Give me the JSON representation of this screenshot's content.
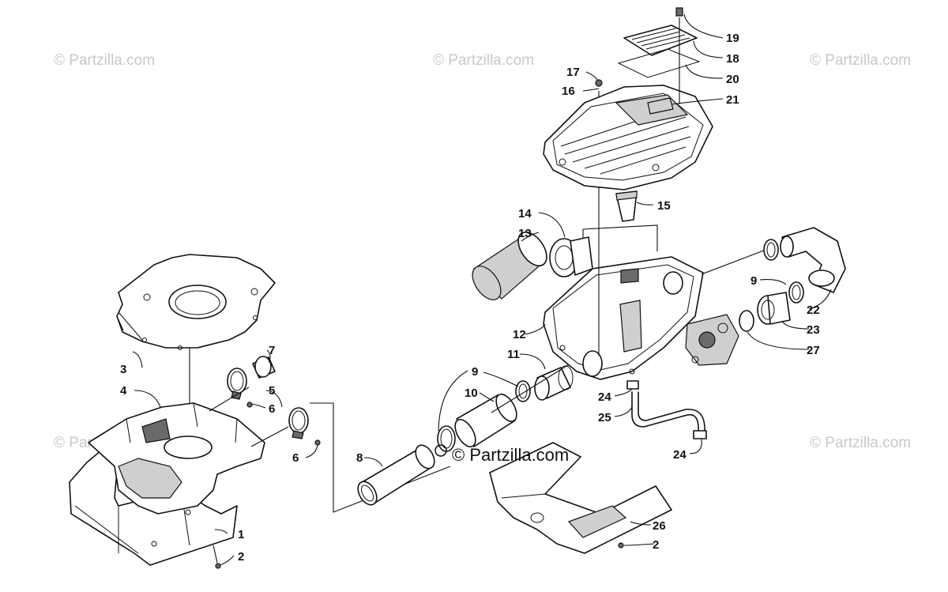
{
  "watermarks": {
    "faint": "© Partzilla.com",
    "main": "© Partzilla.com"
  },
  "callouts": [
    {
      "id": "c1",
      "label": "1"
    },
    {
      "id": "c2a",
      "label": "2"
    },
    {
      "id": "c2b",
      "label": "2"
    },
    {
      "id": "c3",
      "label": "3"
    },
    {
      "id": "c4",
      "label": "4"
    },
    {
      "id": "c5",
      "label": "5"
    },
    {
      "id": "c6a",
      "label": "6"
    },
    {
      "id": "c6b",
      "label": "6"
    },
    {
      "id": "c7",
      "label": "7"
    },
    {
      "id": "c8",
      "label": "8"
    },
    {
      "id": "c9a",
      "label": "9"
    },
    {
      "id": "c9b",
      "label": "9"
    },
    {
      "id": "c10",
      "label": "10"
    },
    {
      "id": "c11",
      "label": "11"
    },
    {
      "id": "c12",
      "label": "12"
    },
    {
      "id": "c13",
      "label": "13"
    },
    {
      "id": "c14",
      "label": "14"
    },
    {
      "id": "c15",
      "label": "15"
    },
    {
      "id": "c16",
      "label": "16"
    },
    {
      "id": "c17",
      "label": "17"
    },
    {
      "id": "c18",
      "label": "18"
    },
    {
      "id": "c19",
      "label": "19"
    },
    {
      "id": "c20",
      "label": "20"
    },
    {
      "id": "c21",
      "label": "21"
    },
    {
      "id": "c22",
      "label": "22"
    },
    {
      "id": "c23",
      "label": "23"
    },
    {
      "id": "c24a",
      "label": "24"
    },
    {
      "id": "c24b",
      "label": "24"
    },
    {
      "id": "c25",
      "label": "25"
    },
    {
      "id": "c26",
      "label": "26"
    },
    {
      "id": "c27",
      "label": "27"
    }
  ]
}
